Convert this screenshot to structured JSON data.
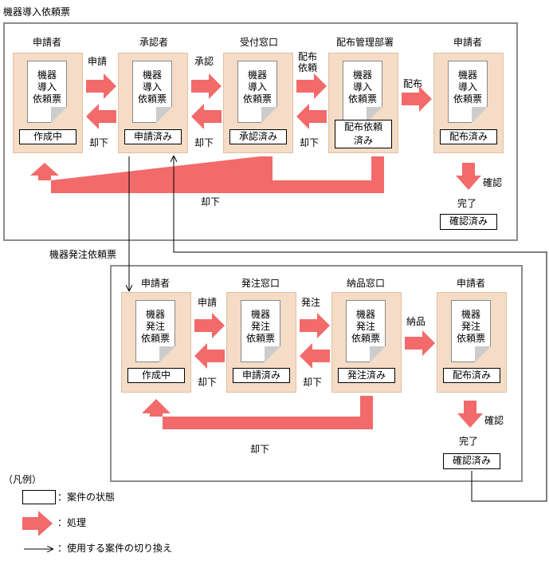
{
  "top": {
    "title": "機器導入依頼票",
    "roles": [
      "申請者",
      "承認者",
      "受付窓口",
      "配布管理部署",
      "申請者"
    ],
    "docs": [
      "機器\n導入\n依頼票",
      "機器\n導入\n依頼票",
      "機器\n導入\n依頼票",
      "機器\n導入\n依頼票",
      "機器\n導入\n依頼票"
    ],
    "states": [
      "作成中",
      "申請済み",
      "承認済み",
      "配布依頼\n済み",
      "配布済み"
    ],
    "arrow_labels": {
      "apply": "申請",
      "approve": "承認",
      "distribute_req": "配布\n依頼",
      "distribute": "配布",
      "reject1": "却下",
      "reject2": "却下",
      "reject3": "却下",
      "reject_main": "却下",
      "confirm": "確認",
      "complete": "完了"
    },
    "final_state": "確認済み"
  },
  "bottom": {
    "title": "機器発注依頼票",
    "roles": [
      "申請者",
      "発注窓口",
      "納品窓口",
      "申請者"
    ],
    "docs": [
      "機器\n発注\n依頼票",
      "機器\n発注\n依頼票",
      "機器\n発注\n依頼票",
      "機器\n発注\n依頼票"
    ],
    "states": [
      "作成中",
      "申請済み",
      "発注済み",
      "配布済み"
    ],
    "arrow_labels": {
      "apply": "申請",
      "order": "発注",
      "deliver": "納品",
      "reject1": "却下",
      "reject2": "却下",
      "reject_main": "却下",
      "confirm": "確認",
      "complete": "完了"
    },
    "final_state": "確認済み"
  },
  "legend": {
    "title": "（凡例）",
    "state_label": "：案件の状態",
    "process_label": "：処理",
    "switch_label": "：使用する案件の切り換え"
  },
  "colors": {
    "arrow": "#f26a6a",
    "lane": "#f5dcc6",
    "frame": "#8c8c8c"
  }
}
